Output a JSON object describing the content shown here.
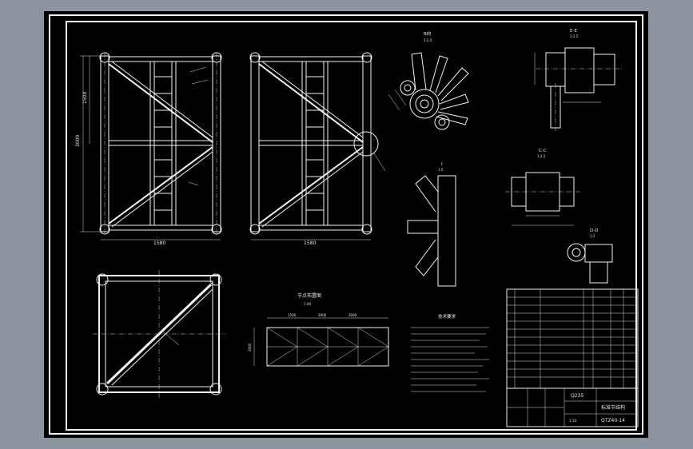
{
  "labels": {
    "view_b": "B向",
    "view_b_scale": "1:2.5",
    "section_ee": "E-E",
    "section_ee_scale": "1:2.5",
    "section_cc": "C-C",
    "section_cc_scale": "1:2.5",
    "section_dd": "D-D",
    "section_dd_scale": "1:2",
    "detail_i": "I",
    "detail_i_scale": "1:5",
    "layout_title": "节点布置图",
    "layout_scale": "1:40",
    "tech_title": "技术要求"
  },
  "dims": {
    "front_width": "1580",
    "front_height": "3000",
    "front_sub": "1500",
    "layout_a": "1500",
    "layout_b": "3000",
    "layout_c": "3000",
    "layout_h": "2000"
  },
  "title_block": {
    "material": "Q235",
    "drawing_name": "标准节结构",
    "code": "QTZ40-14",
    "scale": "1:10"
  }
}
